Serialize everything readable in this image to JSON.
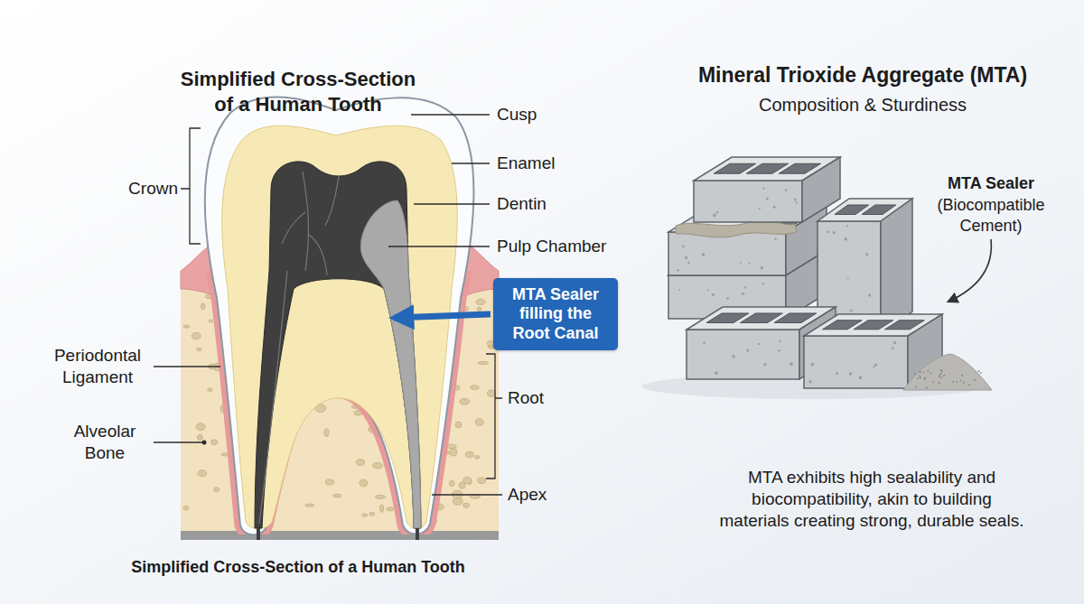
{
  "diagram": {
    "title": "Simplified Cross-Section of a Human Tooth",
    "caption": "Simplified Cross-Section of a Human Tooth",
    "nodes": [
      {
        "text": [
          "MTA Sealer filling the Root Canal"
        ]
      }
    ],
    "labels": [
      "Crown",
      "Cusp",
      "Enamel",
      "Dentin",
      "Pulp Chamber",
      "Periodontal Ligament",
      "Alveolar Bone",
      "Root",
      "Apex",
      "Mineral Trioxide Aggregate (MTA)",
      "Composition & Sturdiness",
      "MTA Sealer",
      "(Biocompatible Cement)",
      "MTA exhibits high sealability and biocompatibility, akin to building materials creating strong, durable seals."
    ]
  }
}
